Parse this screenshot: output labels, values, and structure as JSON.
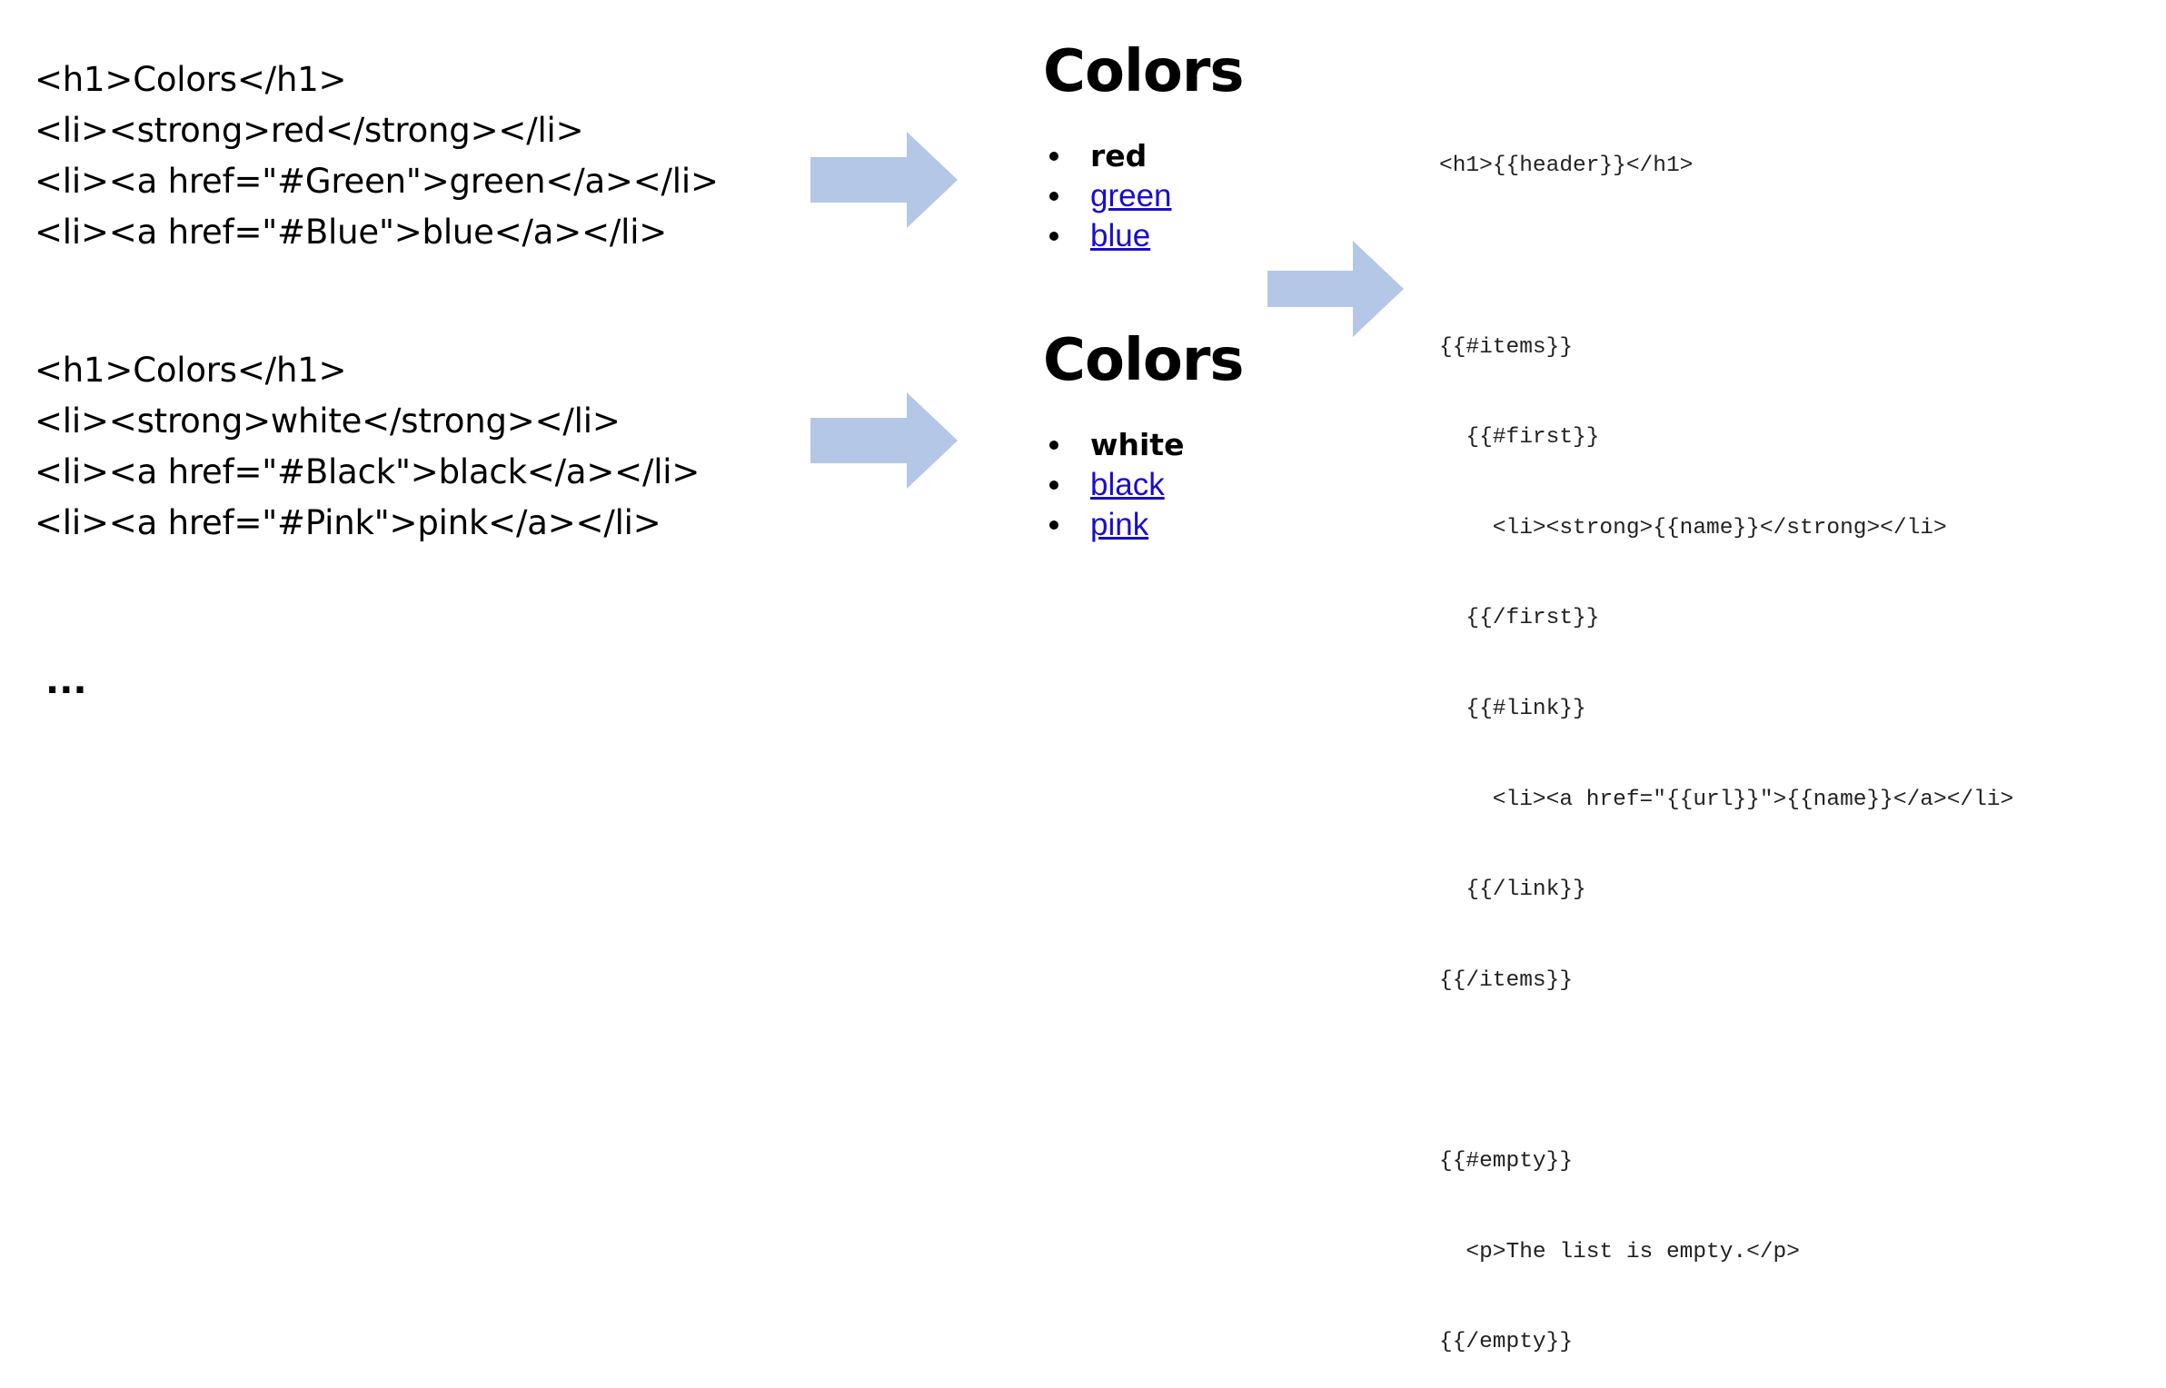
{
  "source_examples": [
    {
      "lines": [
        "<h1>Colors</h1>",
        "<li><strong>red</strong></li>",
        "<li><a href=\"#Green\">green</a></li>",
        "<li><a href=\"#Blue\">blue</a></li>"
      ]
    },
    {
      "lines": [
        "<h1>Colors</h1>",
        "<li><strong>white</strong></li>",
        "<li><a href=\"#Black\">black</a></li>",
        "<li><a href=\"#Pink\">pink</a></li>"
      ]
    }
  ],
  "ellipsis": "...",
  "rendered_examples": [
    {
      "heading": "Colors",
      "first_item": "red",
      "links": [
        "green",
        "blue"
      ]
    },
    {
      "heading": "Colors",
      "first_item": "white",
      "links": [
        "black",
        "pink"
      ]
    }
  ],
  "template_lines": [
    "<h1>{{header}}</h1>",
    "",
    "{{#items}}",
    "  {{#first}}",
    "    <li><strong>{{name}}</strong></li>",
    "  {{/first}}",
    "  {{#link}}",
    "    <li><a href=\"{{url}}\">{{name}}</a></li>",
    "  {{/link}}",
    "{{/items}}",
    "",
    "{{#empty}}",
    "  <p>The list is empty.</p>",
    "{{/empty}}"
  ],
  "colors": {
    "arrow": "#b4c7e7",
    "link": "#1a0dcc",
    "text": "#000000"
  }
}
